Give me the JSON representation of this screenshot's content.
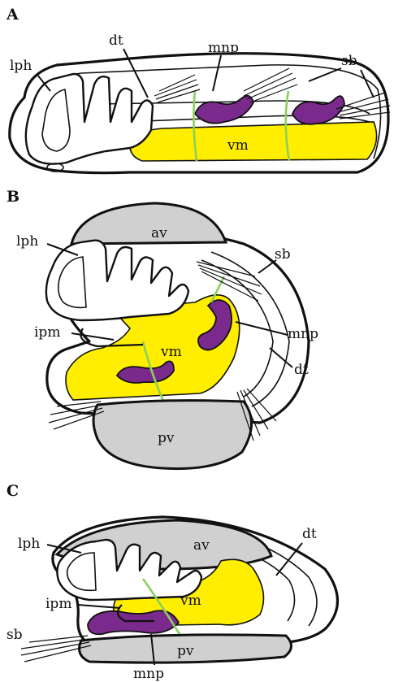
{
  "panels": [
    {
      "id": "A",
      "labels": [
        "lph",
        "dt",
        "mnp",
        "sb",
        "vm"
      ]
    },
    {
      "id": "B",
      "labels": [
        "av",
        "lph",
        "sb",
        "mnp",
        "ipm",
        "vm",
        "dt",
        "pv"
      ]
    },
    {
      "id": "C",
      "labels": [
        "lph",
        "av",
        "dt",
        "ipm",
        "vm",
        "sb",
        "pv",
        "mnp"
      ]
    }
  ],
  "colors": {
    "yellow_region": "#ffee00",
    "purple_structure": "#7a2a8c",
    "green_line": "#8ccf5e",
    "valve_gray": "#d0d0d0"
  }
}
